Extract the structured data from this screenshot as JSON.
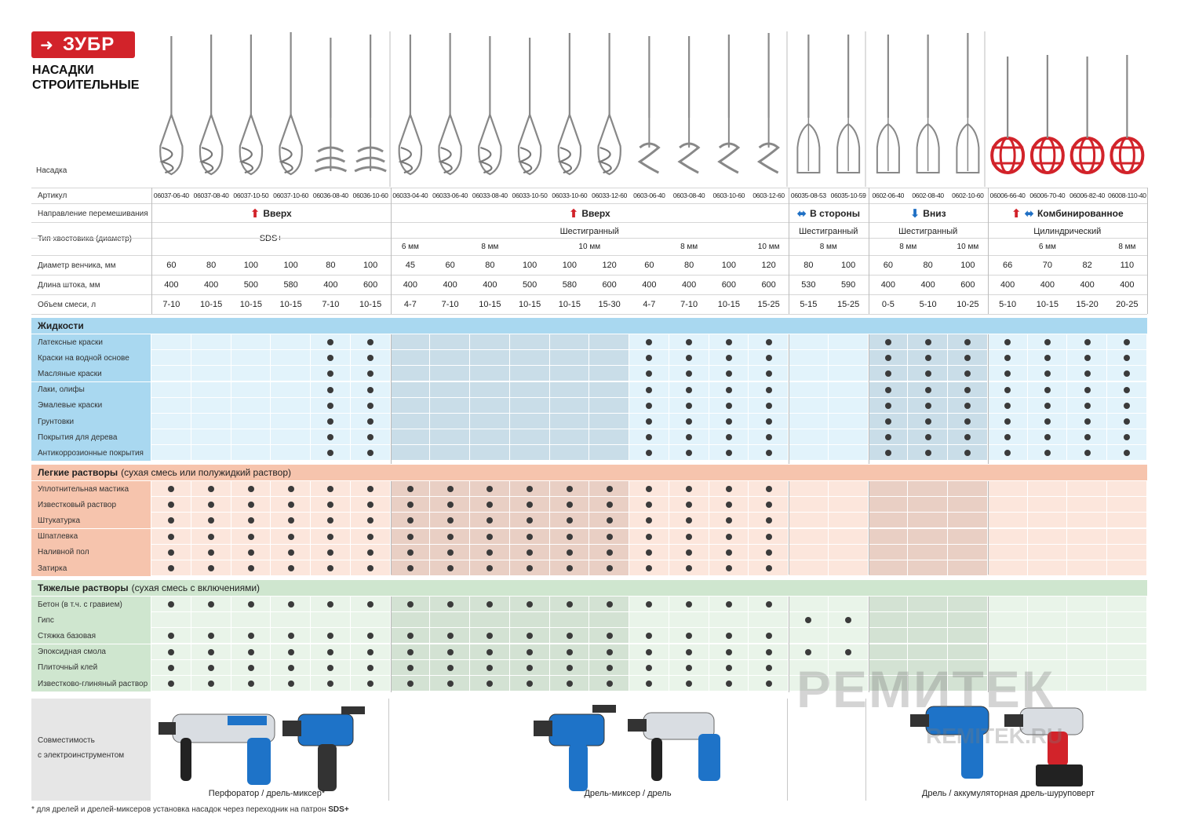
{
  "brand": {
    "name": "ЗУБР"
  },
  "title": {
    "line1": "НАСАДКИ",
    "line2": "СТРОИТЕЛЬНЫЕ"
  },
  "tools_label": "Насадка",
  "row_labels": {
    "article": "Артикул",
    "direction": "Направление перемешивания",
    "shank": "Тип хвостовика (диаметр)",
    "diameter": "Диаметр венчика, мм",
    "length": "Длина штока, мм",
    "volume": "Объем смеси, л"
  },
  "articles": [
    "06037-06-40",
    "06037-08-40",
    "06037-10-50",
    "06037-10-60",
    "06036-08-40",
    "06036-10-60",
    "06033-04-40",
    "06033-06-40",
    "06033-08-40",
    "06033-10-50",
    "06033-10-60",
    "06033-12-60",
    "0603-06-40",
    "0603-08-40",
    "0603-10-60",
    "0603-12-60",
    "06035-08-53",
    "06035-10-59",
    "0602-06-40",
    "0602-08-40",
    "0602-10-60",
    "06006-66-40",
    "06006-70-40",
    "06006-82-40",
    "06008-110-40"
  ],
  "diameters": [
    "60",
    "80",
    "100",
    "100",
    "80",
    "100",
    "45",
    "60",
    "80",
    "100",
    "100",
    "120",
    "60",
    "80",
    "100",
    "120",
    "80",
    "100",
    "60",
    "80",
    "100",
    "66",
    "70",
    "82",
    "110"
  ],
  "lengths": [
    "400",
    "400",
    "500",
    "580",
    "400",
    "600",
    "400",
    "400",
    "400",
    "500",
    "580",
    "600",
    "400",
    "400",
    "600",
    "600",
    "530",
    "590",
    "400",
    "400",
    "600",
    "400",
    "400",
    "400",
    "400"
  ],
  "volumes": [
    "7-10",
    "10-15",
    "10-15",
    "10-15",
    "7-10",
    "10-15",
    "4-7",
    "7-10",
    "10-15",
    "10-15",
    "10-15",
    "15-30",
    "4-7",
    "7-10",
    "10-15",
    "15-25",
    "5-15",
    "15-25",
    "0-5",
    "5-10",
    "10-25",
    "5-10",
    "10-15",
    "15-20",
    "20-25"
  ],
  "directions": [
    {
      "label": "Вверх",
      "arrows": "up",
      "span": [
        0,
        6
      ]
    },
    {
      "label": "Вверх",
      "arrows": "up",
      "span": [
        6,
        16
      ]
    },
    {
      "label": "В стороны",
      "arrows": "lr",
      "span": [
        16,
        18
      ]
    },
    {
      "label": "Вниз",
      "arrows": "down",
      "span": [
        18,
        21
      ]
    },
    {
      "label": "Комбинированное",
      "arrows": "up-lr",
      "span": [
        21,
        25
      ]
    }
  ],
  "shanks": [
    {
      "label": "SDS+",
      "span": [
        0,
        6
      ]
    },
    {
      "label": "Шестигранный",
      "span": [
        6,
        16
      ]
    },
    {
      "label": "Шестигранный",
      "span": [
        16,
        18
      ]
    },
    {
      "label": "Шестигранный",
      "span": [
        18,
        21
      ]
    },
    {
      "label": "Цилиндрический",
      "span": [
        21,
        25
      ]
    }
  ],
  "shank_sizes": [
    {
      "label": "6 мм",
      "span": [
        6,
        7
      ]
    },
    {
      "label": "8 мм",
      "span": [
        7,
        10
      ]
    },
    {
      "label": "10 мм",
      "span": [
        10,
        12
      ]
    },
    {
      "label": "8 мм",
      "span": [
        12,
        15
      ]
    },
    {
      "label": "10 мм",
      "span": [
        15,
        16
      ]
    },
    {
      "label": "8 мм",
      "span": [
        16,
        18
      ]
    },
    {
      "label": "8 мм",
      "span": [
        18,
        20
      ]
    },
    {
      "label": "10 мм",
      "span": [
        20,
        21
      ]
    },
    {
      "label": "6 мм",
      "span": [
        21,
        24
      ]
    },
    {
      "label": "8 мм",
      "span": [
        24,
        25
      ]
    }
  ],
  "sections": [
    {
      "title": "Жидкости",
      "subtitle": "",
      "colors": {
        "band": "#a9d8f0",
        "label": "#a9d8f0",
        "cell": "#e2f3fb",
        "cell_dark": "#c9dde8"
      },
      "rows": [
        {
          "label": "Латексные краски",
          "dots": [
            4,
            5,
            12,
            13,
            14,
            15,
            18,
            19,
            20,
            21,
            22,
            23,
            24
          ]
        },
        {
          "label": "Краски на водной основе",
          "dots": [
            4,
            5,
            12,
            13,
            14,
            15,
            18,
            19,
            20,
            21,
            22,
            23,
            24
          ]
        },
        {
          "label": "Масляные краски",
          "dots": [
            4,
            5,
            12,
            13,
            14,
            15,
            18,
            19,
            20,
            21,
            22,
            23,
            24
          ]
        },
        {
          "label": "Лаки, олифы",
          "dots": [
            4,
            5,
            12,
            13,
            14,
            15,
            18,
            19,
            20,
            21,
            22,
            23,
            24
          ]
        },
        {
          "label": "Эмалевые краски",
          "dots": [
            4,
            5,
            12,
            13,
            14,
            15,
            18,
            19,
            20,
            21,
            22,
            23,
            24
          ]
        },
        {
          "label": "Грунтовки",
          "dots": [
            4,
            5,
            12,
            13,
            14,
            15,
            18,
            19,
            20,
            21,
            22,
            23,
            24
          ]
        },
        {
          "label": "Покрытия для дерева",
          "dots": [
            4,
            5,
            12,
            13,
            14,
            15,
            18,
            19,
            20,
            21,
            22,
            23,
            24
          ]
        },
        {
          "label": "Антикоррозионные покрытия",
          "dots": [
            4,
            5,
            12,
            13,
            14,
            15,
            18,
            19,
            20,
            21,
            22,
            23,
            24
          ]
        }
      ]
    },
    {
      "title": "Легкие растворы",
      "subtitle": "(сухая смесь или полужидкий раствор)",
      "colors": {
        "band": "#f6c4ad",
        "label": "#f6c4ad",
        "cell": "#fce6dc",
        "cell_dark": "#e9cfc4"
      },
      "rows": [
        {
          "label": "Уплотнительная мастика",
          "dots": [
            0,
            1,
            2,
            3,
            4,
            5,
            6,
            7,
            8,
            9,
            10,
            11,
            12,
            13,
            14,
            15
          ]
        },
        {
          "label": "Известковый раствор",
          "dots": [
            0,
            1,
            2,
            3,
            4,
            5,
            6,
            7,
            8,
            9,
            10,
            11,
            12,
            13,
            14,
            15
          ]
        },
        {
          "label": "Штукатурка",
          "dots": [
            0,
            1,
            2,
            3,
            4,
            5,
            6,
            7,
            8,
            9,
            10,
            11,
            12,
            13,
            14,
            15
          ]
        },
        {
          "label": "Шпатлевка",
          "dots": [
            0,
            1,
            2,
            3,
            4,
            5,
            6,
            7,
            8,
            9,
            10,
            11,
            12,
            13,
            14,
            15
          ]
        },
        {
          "label": "Наливной пол",
          "dots": [
            0,
            1,
            2,
            3,
            4,
            5,
            6,
            7,
            8,
            9,
            10,
            11,
            12,
            13,
            14,
            15
          ]
        },
        {
          "label": "Затирка",
          "dots": [
            0,
            1,
            2,
            3,
            4,
            5,
            6,
            7,
            8,
            9,
            10,
            11,
            12,
            13,
            14,
            15
          ]
        }
      ]
    },
    {
      "title": "Тяжелые растворы",
      "subtitle": "(сухая смесь с включениями)",
      "colors": {
        "band": "#cfe6cf",
        "label": "#cfe6cf",
        "cell": "#e9f4e9",
        "cell_dark": "#d3e2d3"
      },
      "rows": [
        {
          "label": "Бетон (в т.ч. с гравием)",
          "dots": [
            0,
            1,
            2,
            3,
            4,
            5,
            6,
            7,
            8,
            9,
            10,
            11,
            12,
            13,
            14,
            15
          ]
        },
        {
          "label": "Гипс",
          "dots": [
            16,
            17
          ]
        },
        {
          "label": "Стяжка базовая",
          "dots": [
            0,
            1,
            2,
            3,
            4,
            5,
            6,
            7,
            8,
            9,
            10,
            11,
            12,
            13,
            14,
            15
          ]
        },
        {
          "label": "Эпоксидная смола",
          "dots": [
            0,
            1,
            2,
            3,
            4,
            5,
            6,
            7,
            8,
            9,
            10,
            11,
            12,
            13,
            14,
            15,
            16,
            17
          ]
        },
        {
          "label": "Плиточный клей",
          "dots": [
            0,
            1,
            2,
            3,
            4,
            5,
            6,
            7,
            8,
            9,
            10,
            11,
            12,
            13,
            14,
            15
          ]
        },
        {
          "label": "Известково-глиняный раствор",
          "dots": [
            0,
            1,
            2,
            3,
            4,
            5,
            6,
            7,
            8,
            9,
            10,
            11,
            12,
            13,
            14,
            15
          ]
        }
      ]
    }
  ],
  "compat": {
    "line1": "Совместимость",
    "line2": "с электроинструментом",
    "groups": [
      {
        "caption": "Перфоратор / дрель-миксер*"
      },
      {
        "caption": "Дрель-миксер / дрель"
      },
      {
        "caption": "Дрель / аккумуляторная дрель-шуруповерт"
      }
    ]
  },
  "footnote": {
    "text": "* для дрелей и дрелей-миксеров установка насадок через переходник на патрон ",
    "bold": "SDS+"
  },
  "watermark": {
    "name": "РЕМИТЕК",
    "url": "REMITEK.RU"
  },
  "accent": {
    "red": "#d2232a",
    "blue": "#1e6fc4"
  }
}
